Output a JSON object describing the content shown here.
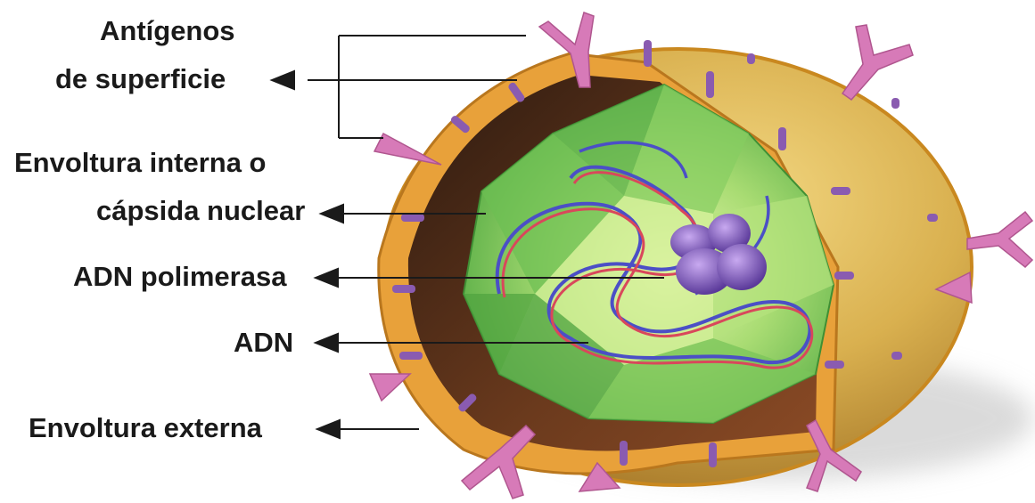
{
  "labels": {
    "antigens_line1": "Antígenos",
    "antigens_line2": "de superficie",
    "inner_line1": "Envoltura interna o",
    "inner_line2": "cápsida nuclear",
    "polymerase": "ADN polimerasa",
    "dna": "ADN",
    "outer": "Envoltura externa"
  },
  "colors": {
    "outer_envelope": "#e8a13a",
    "envelope_body": "#d9b04f",
    "inner_shell_dark": "#5a2d17",
    "capsid_green": "#74c85a",
    "capsid_light": "#c8eb8a",
    "spike": "#d77ab8",
    "polymerase": "#7b55b8",
    "dna_red": "#d9475b",
    "dna_blue": "#4b4fc6",
    "arrow": "#1a1a1a"
  }
}
